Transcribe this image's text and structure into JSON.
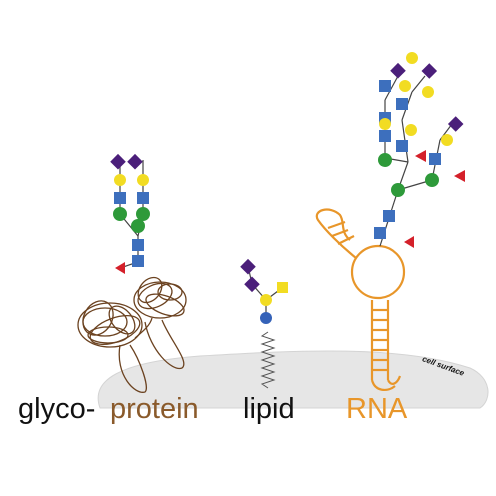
{
  "labels": {
    "glyco": "glyco-",
    "protein": "protein",
    "lipid": "lipid",
    "rna": "RNA",
    "cell_surface": "cell surface"
  },
  "colors": {
    "text_black": "#111111",
    "protein_brown": "#8a5a2b",
    "rna_orange": "#e8962a",
    "membrane_gray": "#e6e6e6",
    "sialic_acid_purple": "#4b1f7a",
    "galactose_yellow": "#f2dc22",
    "glcnac_blue": "#3d6fbd",
    "mannose_green": "#2e9a3a",
    "fucose_red": "#d4202a",
    "glucose_blue": "#3562b8"
  },
  "glycan_symbols": [
    "sialic-acid-diamond",
    "galactose-circle",
    "n-acetylglucosamine-square",
    "mannose-circle",
    "fucose-triangle",
    "galnac-square",
    "glucose-circle"
  ]
}
